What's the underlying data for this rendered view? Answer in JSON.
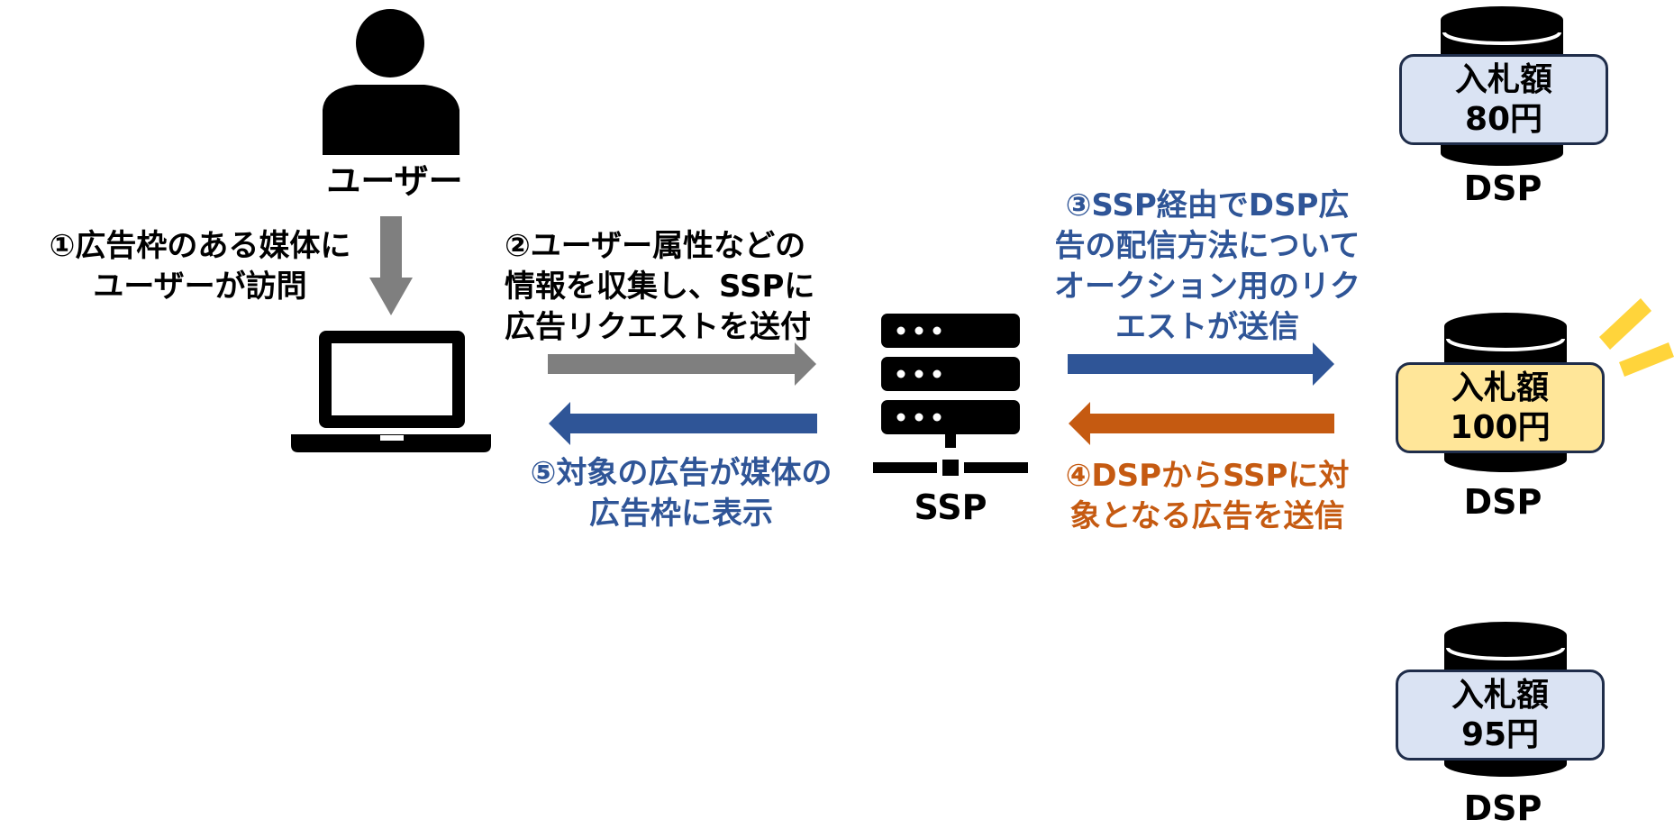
{
  "colors": {
    "black": "#000000",
    "gray_arrow": "#7f7f7f",
    "blue": "#2f5597",
    "orange": "#c55a11",
    "badge_blue": "#dae3f3",
    "badge_yellow": "#ffe699",
    "highlight": "#ffd43b"
  },
  "user": {
    "icon": "person-icon",
    "label": "ユーザー"
  },
  "laptop": {
    "icon": "laptop-icon"
  },
  "ssp": {
    "icon": "server-icon",
    "label": "SSP"
  },
  "steps": {
    "step1": "①広告枠のある媒体に\nユーザーが訪問",
    "step2": "②ユーザー属性などの\n情報を収集し、SSPに\n広告リクエストを送付",
    "step3": "③SSP経由でDSP広\n告の配信方法について\nオークション用のリク\nエストが送信",
    "step4": "④DSPからSSPに対\n象となる広告を送信",
    "step5": "⑤対象の広告が媒体の\n広告枠に表示"
  },
  "dsps": [
    {
      "label": "DSP",
      "bid_label": "入札額",
      "bid_value": "80円",
      "winner": false
    },
    {
      "label": "DSP",
      "bid_label": "入札額",
      "bid_value": "100円",
      "winner": true
    },
    {
      "label": "DSP",
      "bid_label": "入札額",
      "bid_value": "95円",
      "winner": false
    }
  ]
}
